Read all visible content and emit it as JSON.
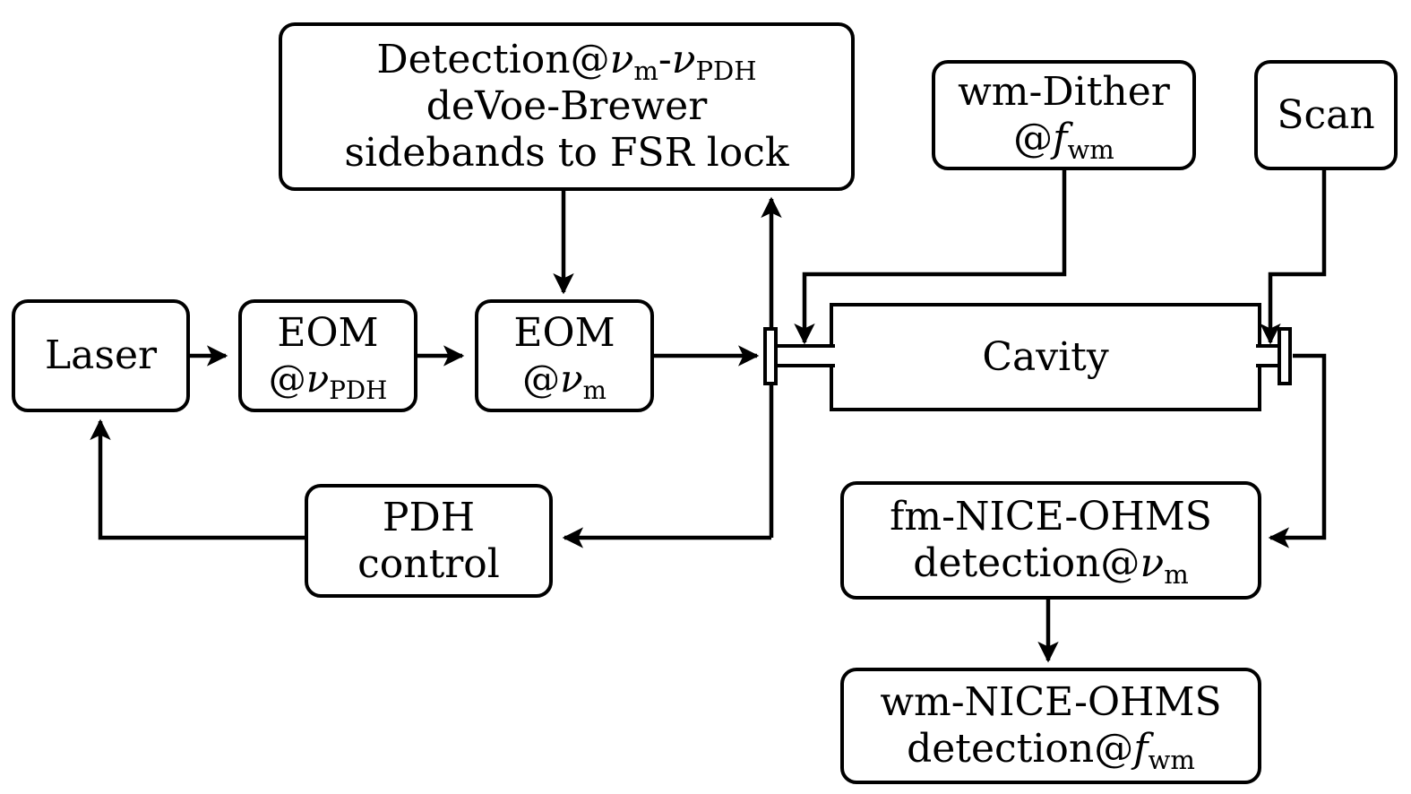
{
  "diagram": {
    "title": "NICE-OHMS cavity-locked laser spectrometer block diagram",
    "stroke_color": "#000000",
    "background_color": "#ffffff"
  },
  "nodes": {
    "detection_fsr": {
      "name": "detection-fsr-lock",
      "line1_pre": "Detection@",
      "line1_sym1": "ν",
      "line1_sub1": "m",
      "line1_mid": "-",
      "line1_sym2": "ν",
      "line1_sub2": "PDH",
      "line2": "deVoe-Brewer",
      "line3": "sidebands to FSR lock"
    },
    "wm_dither": {
      "name": "wm-dither",
      "line1": "wm-Dither",
      "line2_pre": "@",
      "line2_sym": "f",
      "line2_sub": "wm"
    },
    "scan": {
      "name": "scan",
      "label": "Scan"
    },
    "laser": {
      "name": "laser",
      "label": "Laser"
    },
    "eom_pdh": {
      "name": "eom-pdh",
      "line1": "EOM",
      "line2_pre": "@",
      "line2_sym": "ν",
      "line2_sub": "PDH"
    },
    "eom_m": {
      "name": "eom-m",
      "line1": "EOM",
      "line2_pre": "@",
      "line2_sym": "ν",
      "line2_sub": "m"
    },
    "cavity": {
      "name": "cavity",
      "label": "Cavity"
    },
    "pdh_control": {
      "name": "pdh-control",
      "line1": "PDH",
      "line2": "control"
    },
    "fm_nice_ohms": {
      "name": "fm-nice-ohms-detection",
      "line1": "fm-NICE-OHMS",
      "line2_pre": "detection@",
      "line2_sym": "ν",
      "line2_sub": "m"
    },
    "wm_nice_ohms": {
      "name": "wm-nice-ohms-detection",
      "line1": "wm-NICE-OHMS",
      "line2_pre": "detection@",
      "line2_sym": "f",
      "line2_sub": "wm"
    },
    "mirror_left": {
      "name": "cavity-input-mirror"
    },
    "mirror_right": {
      "name": "cavity-output-mirror"
    },
    "intracavity_beam": {
      "name": "intracavity-beam"
    }
  },
  "connections": [
    {
      "name": "laser-to-eom-pdh",
      "from": "laser",
      "to": "eom_pdh"
    },
    {
      "name": "eom-pdh-to-eom-m",
      "from": "eom_pdh",
      "to": "eom_m"
    },
    {
      "name": "eom-m-to-cavity-input",
      "from": "eom_m",
      "to": "mirror_left"
    },
    {
      "name": "detection-to-eom-m",
      "from": "detection_fsr",
      "to": "eom_m"
    },
    {
      "name": "cavity-reflection-to-detection",
      "from": "mirror_left",
      "to": "detection_fsr"
    },
    {
      "name": "cavity-reflection-to-pdh-control",
      "from": "mirror_left",
      "to": "pdh_control"
    },
    {
      "name": "pdh-control-to-laser",
      "from": "pdh_control",
      "to": "laser"
    },
    {
      "name": "wm-dither-to-cavity",
      "from": "wm_dither",
      "to": "cavity"
    },
    {
      "name": "scan-to-cavity-output-mirror",
      "from": "scan",
      "to": "mirror_right"
    },
    {
      "name": "cavity-output-to-fm-detection",
      "from": "mirror_right",
      "to": "fm_nice_ohms"
    },
    {
      "name": "fm-detection-to-wm-detection",
      "from": "fm_nice_ohms",
      "to": "wm_nice_ohms"
    }
  ]
}
